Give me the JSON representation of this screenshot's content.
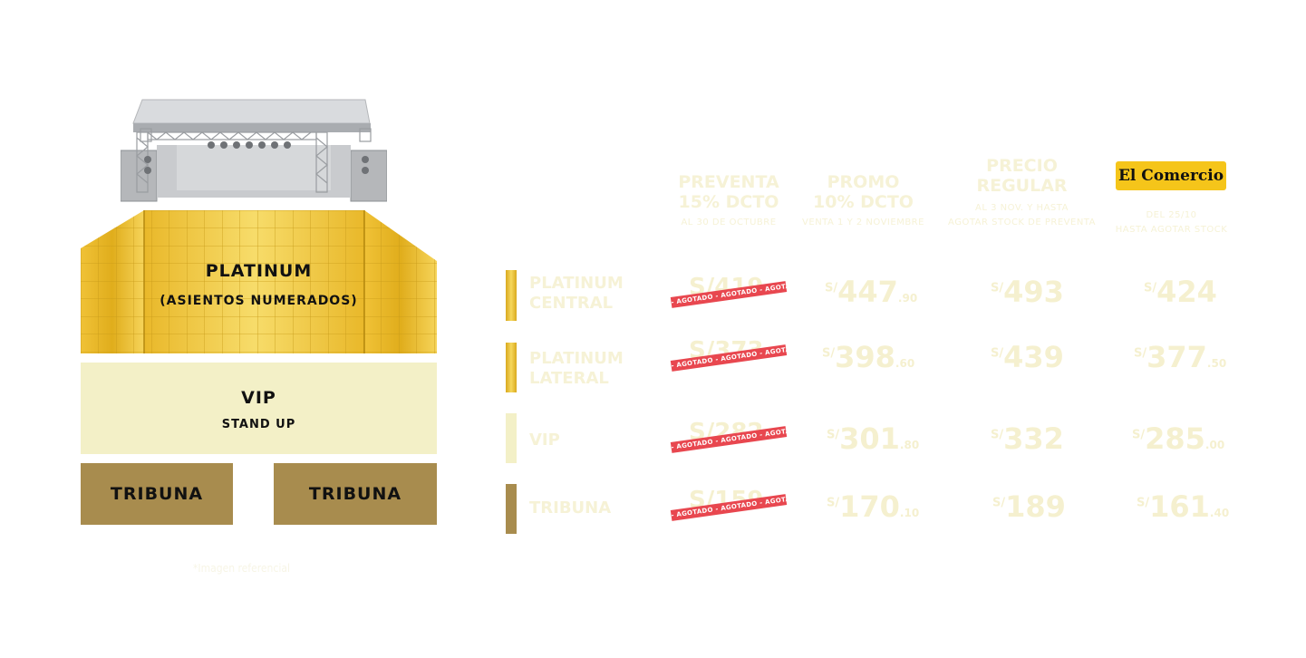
{
  "map": {
    "platinum_title": "PLATINUM",
    "platinum_sub": "(ASIENTOS NUMERADOS)",
    "vip_title": "VIP",
    "vip_sub": "STAND UP",
    "tribuna_left": "TRIBUNA",
    "tribuna_right": "TRIBUNA",
    "footnote": "*Imagen referencial"
  },
  "colors": {
    "platinum_gold": "#e8b623",
    "vip_cream": "#f3f0c7",
    "tribuna_brown": "#a88c4e",
    "agotado_red": "#e8474f",
    "comercio_yellow": "#f5c51a"
  },
  "headers": {
    "preventa": {
      "line1": "PREVENTA",
      "line2": "15% DCTO",
      "sub": "AL 30 DE OCTUBRE"
    },
    "promo": {
      "line1": "PROMO",
      "line2": "10% DCTO",
      "sub": "VENTA 1 Y 2 NOVIEMBRE"
    },
    "regular": {
      "line1": "PRECIO",
      "line2": "REGULAR",
      "sub1": "AL 3 NOV. Y HASTA",
      "sub2": "AGOTAR STOCK DE PREVENTA"
    },
    "comercio": {
      "logo": "El Comercio",
      "sub1": "DEL 25/10",
      "sub2": "HASTA AGOTAR STOCK"
    }
  },
  "agotado_text": "- AGOTADO - AGOTADO - AGOTADO - AGOTADO",
  "rows": [
    {
      "label1": "PLATINUM",
      "label2": "CENTRAL",
      "bar_color": "#e8b623",
      "preventa_ghost": "S/419",
      "promo": {
        "cur": "S/",
        "int": "447",
        "dec": ".90"
      },
      "regular": {
        "cur": "S/",
        "int": "493",
        "dec": ""
      },
      "comercio": {
        "cur": "S/",
        "int": "424",
        "dec": ""
      }
    },
    {
      "label1": "PLATINUM",
      "label2": "LATERAL",
      "bar_color": "#e8b623",
      "preventa_ghost": "S/373",
      "promo": {
        "cur": "S/",
        "int": "398",
        "dec": ".60"
      },
      "regular": {
        "cur": "S/",
        "int": "439",
        "dec": ""
      },
      "comercio": {
        "cur": "S/",
        "int": "377",
        "dec": ".50"
      }
    },
    {
      "label1": "VIP",
      "label2": "",
      "bar_color": "#f3f0c7",
      "preventa_ghost": "S/282",
      "promo": {
        "cur": "S/",
        "int": "301",
        "dec": ".80"
      },
      "regular": {
        "cur": "S/",
        "int": "332",
        "dec": ""
      },
      "comercio": {
        "cur": "S/",
        "int": "285",
        "dec": ".00"
      }
    },
    {
      "label1": "TRIBUNA",
      "label2": "",
      "bar_color": "#a88c4e",
      "preventa_ghost": "S/159",
      "promo": {
        "cur": "S/",
        "int": "170",
        "dec": ".10"
      },
      "regular": {
        "cur": "S/",
        "int": "189",
        "dec": ""
      },
      "comercio": {
        "cur": "S/",
        "int": "161",
        "dec": ".40"
      }
    }
  ]
}
